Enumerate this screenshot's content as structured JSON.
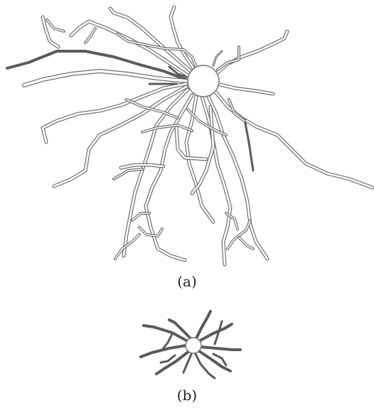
{
  "figure": {
    "panels": [
      {
        "id": "a",
        "caption": "(a)"
      },
      {
        "id": "b",
        "caption": "(b)"
      }
    ],
    "colors": {
      "outline": "#6e6e6e",
      "fill": "#ffffff",
      "dark_stroke": "#5a5a5a",
      "background": "#ffffff"
    }
  }
}
